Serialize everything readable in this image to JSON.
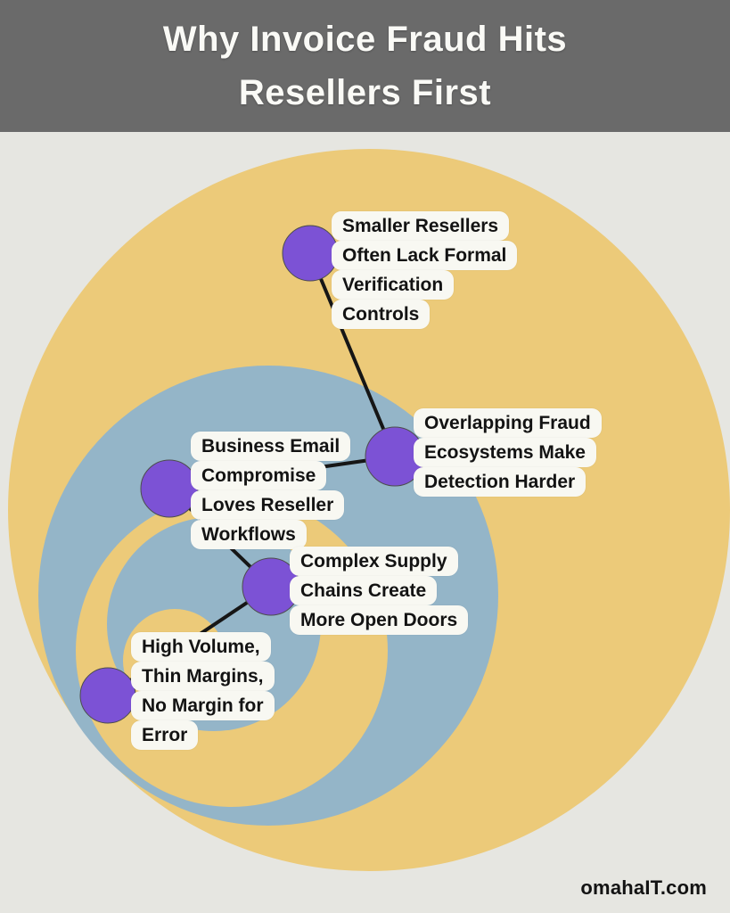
{
  "header": {
    "title_line1": "Why Invoice Fraud Hits",
    "title_line2": "Resellers First"
  },
  "diagram": {
    "items": [
      {
        "lines": [
          "Smaller Resellers",
          "Often Lack Formal",
          "Verification",
          "Controls"
        ]
      },
      {
        "lines": [
          "Overlapping Fraud",
          "Ecosystems Make",
          "Detection Harder"
        ]
      },
      {
        "lines": [
          "Business Email",
          "Compromise",
          "Loves Reseller",
          "Workflows"
        ]
      },
      {
        "lines": [
          "Complex Supply",
          "Chains Create",
          "More Open Doors"
        ]
      },
      {
        "lines": [
          "High Volume,",
          "Thin Margins,",
          "No Margin for",
          "Error"
        ]
      }
    ]
  },
  "footer": {
    "brand": "omahaIT.com"
  },
  "colors": {
    "canvas-bg": "#e6e6e1",
    "header-bg": "#6a6a6a",
    "title-ink": "#fafaf6",
    "circle-yellow": "#ecca79",
    "circle-blue": "#94b5c8",
    "dot-purple": "#7c52d5",
    "bubble-bg": "#f8f8f2",
    "ink": "#131313",
    "connector": "#161616"
  }
}
